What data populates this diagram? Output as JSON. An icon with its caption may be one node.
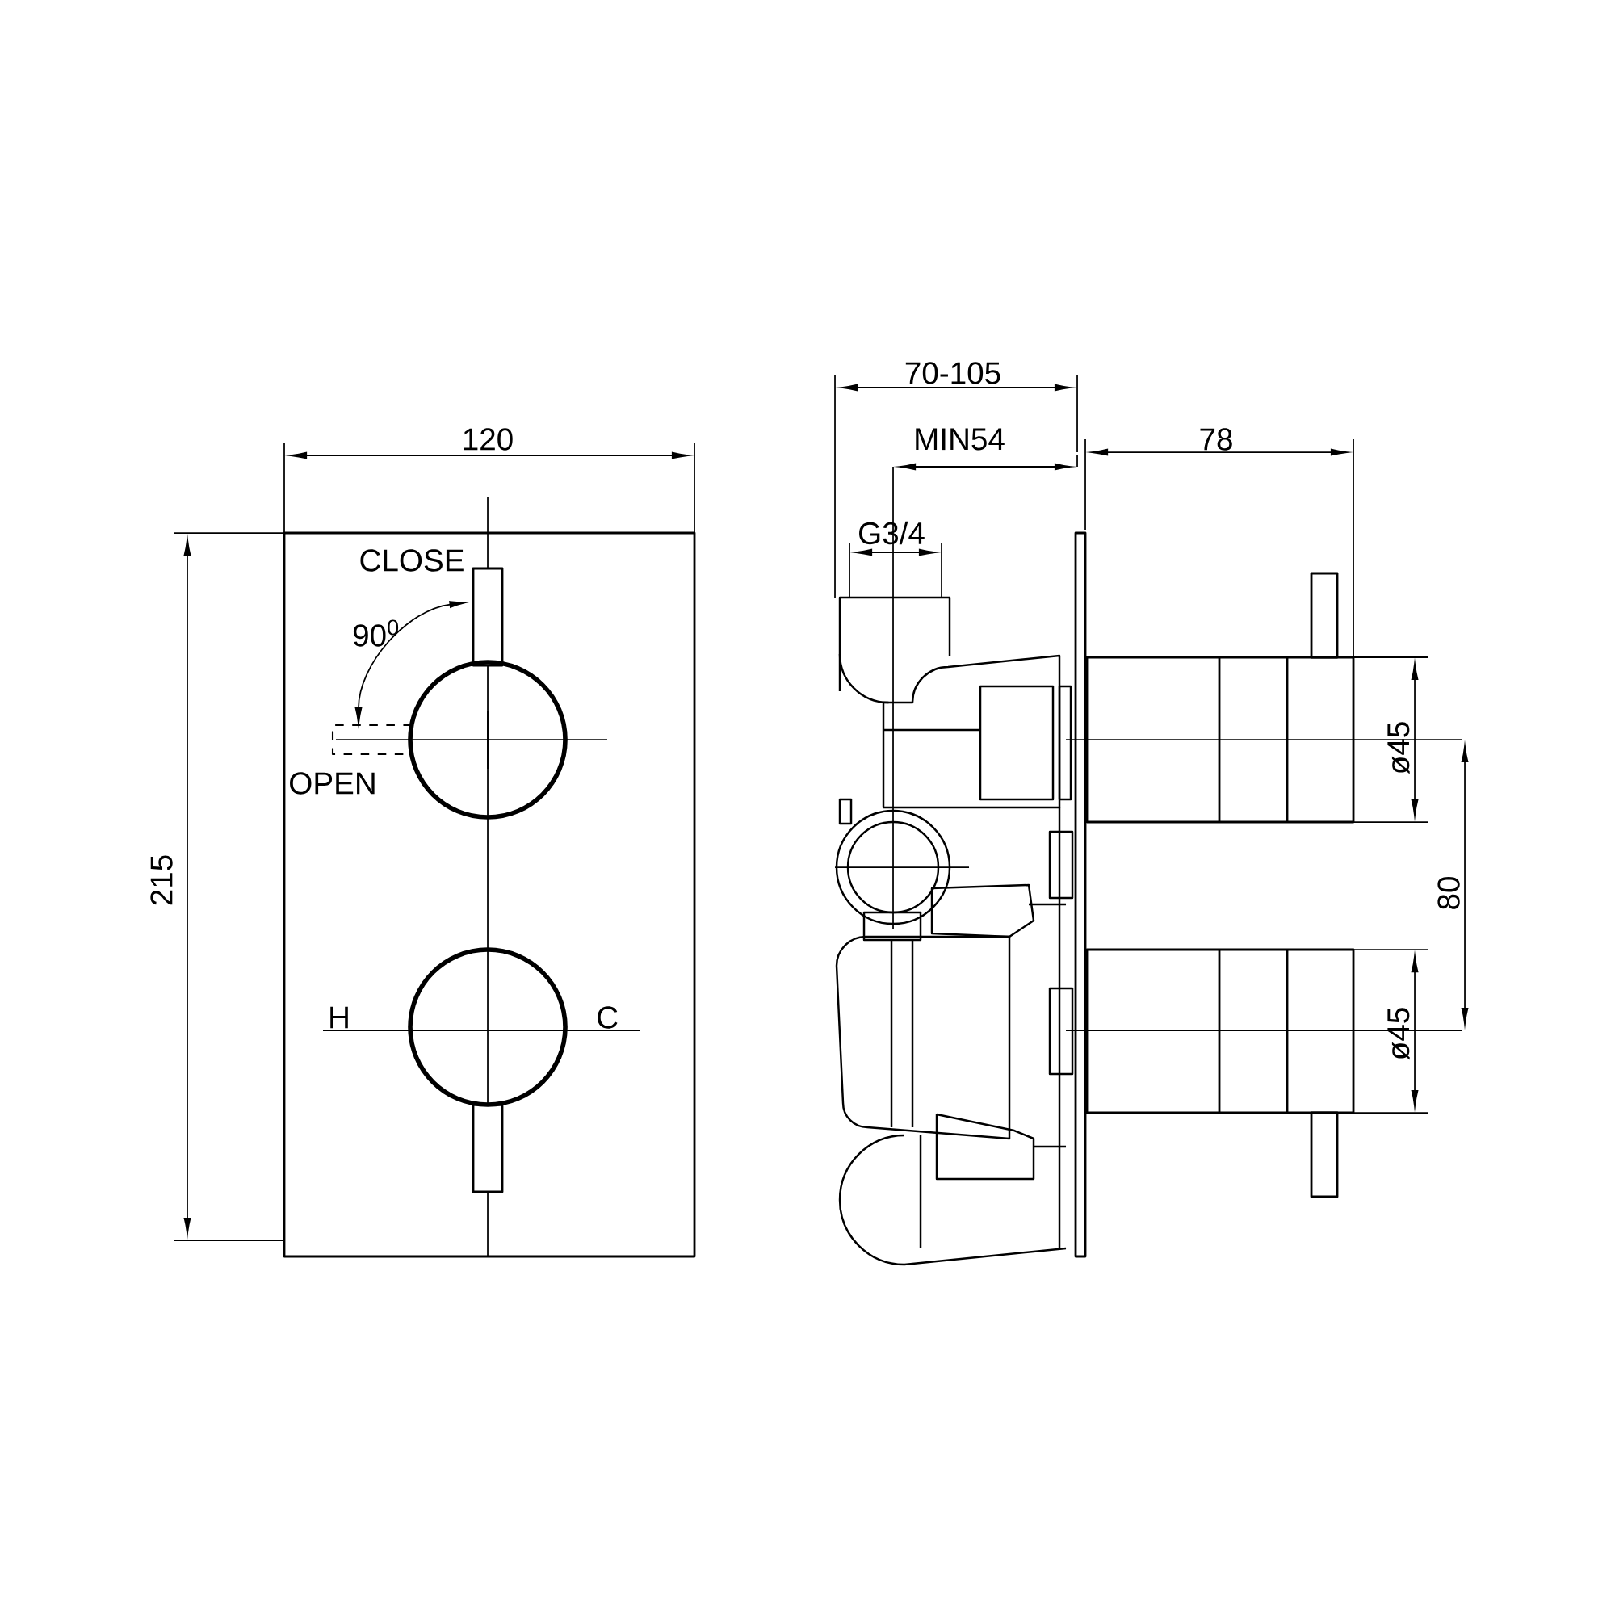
{
  "diagram": {
    "labels": [
      "70-105",
      "120",
      "MIN54",
      "78",
      "G3/4",
      "CLOSE",
      "90$^{0}$",
      "ø45",
      "80",
      "OPEN",
      "215",
      "H",
      "C",
      "ø45"
    ]
  }
}
